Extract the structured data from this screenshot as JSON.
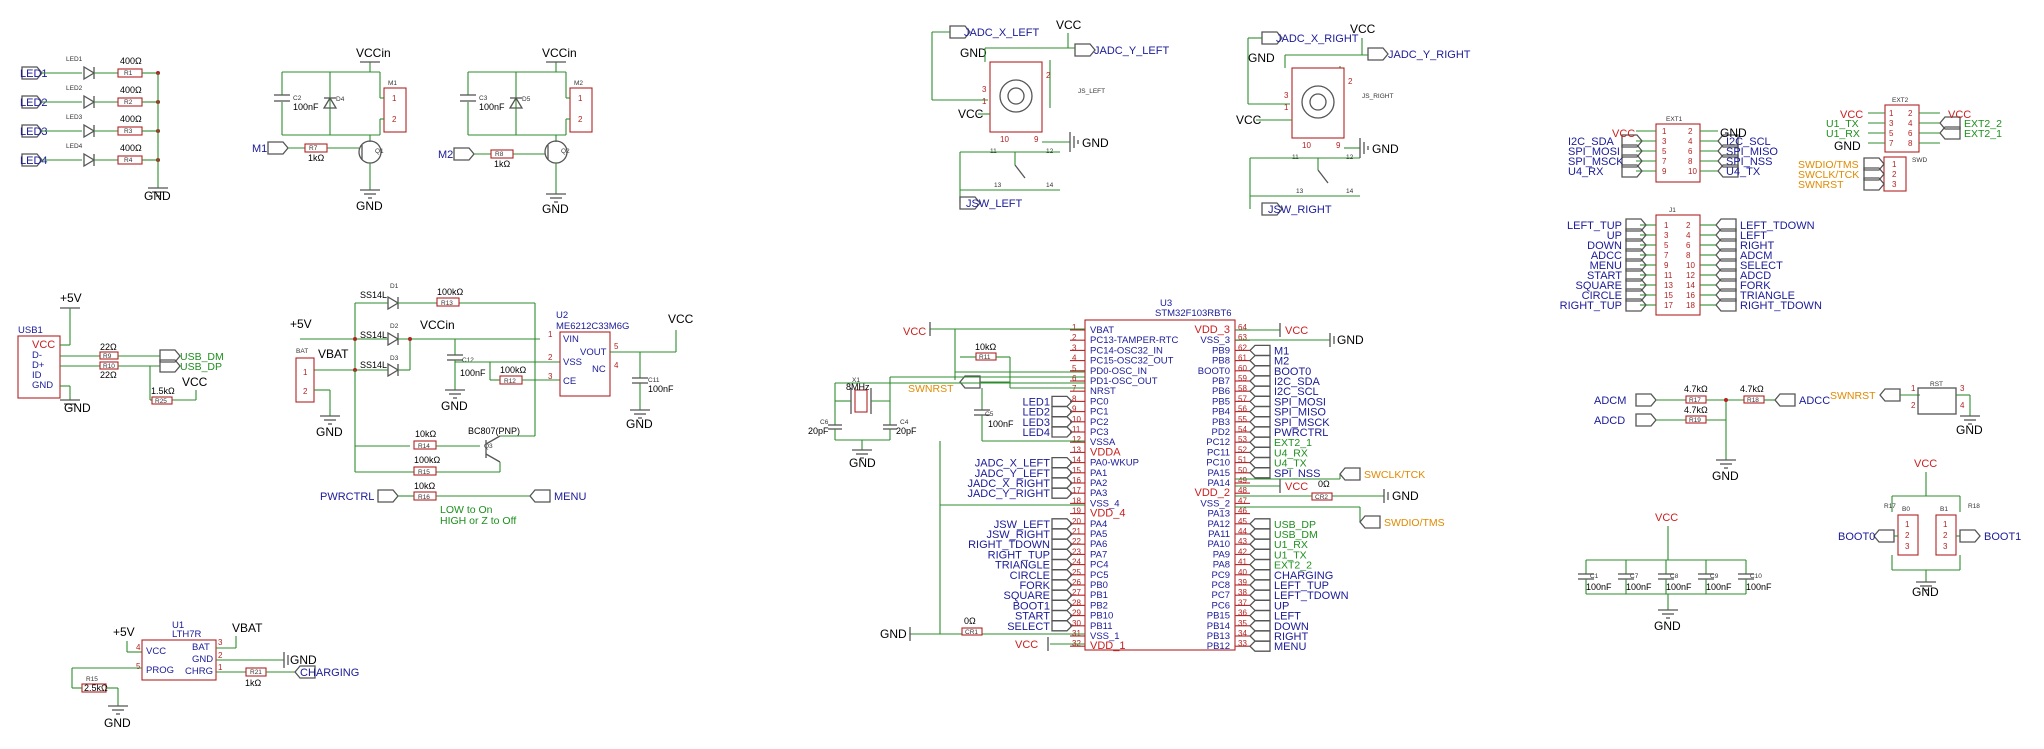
{
  "leds": {
    "names": [
      "LED1",
      "LED2",
      "LED3",
      "LED4"
    ],
    "refs": [
      "LED1",
      "LED2",
      "LED3",
      "LED4"
    ],
    "resistors": [
      "R1",
      "R2",
      "R3",
      "R4"
    ],
    "value": "400Ω",
    "gnd": "GND"
  },
  "motor1": {
    "vcc": "VCCin",
    "cap_ref": "C2",
    "cap_val": "100nF",
    "diode": "D4",
    "conn": "M1",
    "input": "M1",
    "res_ref": "R7",
    "res_val": "1kΩ",
    "q": "Q1",
    "gnd": "GND"
  },
  "motor2": {
    "vcc": "VCCin",
    "cap_ref": "C3",
    "cap_val": "100nF",
    "diode": "D5",
    "conn": "M2",
    "input": "M2",
    "res_ref": "R8",
    "res_val": "1kΩ",
    "q": "Q2",
    "gnd": "GND"
  },
  "js_left": {
    "x": "JADC_X_LEFT",
    "y": "JADC_Y_LEFT",
    "sw": "JSW_LEFT",
    "vcc": "VCC",
    "gnd": "GND",
    "name": "JS_LEFT",
    "pins": [
      "1",
      "2",
      "3",
      "10",
      "9",
      "11",
      "12",
      "13",
      "14"
    ]
  },
  "js_right": {
    "x": "JADC_X_RIGHT",
    "y": "JADC_Y_RIGHT",
    "sw": "JSW_RIGHT",
    "vcc": "VCC",
    "gnd": "GND",
    "name": "JS_RIGHT",
    "pins": [
      "1",
      "2",
      "3",
      "10",
      "9",
      "11",
      "12",
      "13",
      "14"
    ]
  },
  "ext1": {
    "name": "EXT1",
    "vcc": "VCC",
    "gnd": "GND",
    "left": [
      "I2C_SDA",
      "SPI_MOSI",
      "SPI_MSCK",
      "U4_RX"
    ],
    "right": [
      "I2C_SCL",
      "SPI_MISO",
      "SPI_NSS",
      "U4_TX"
    ],
    "pins_l": [
      "1",
      "3",
      "5",
      "7",
      "9"
    ],
    "pins_r": [
      "2",
      "4",
      "6",
      "8",
      "10"
    ]
  },
  "ext2": {
    "name": "EXT2",
    "vcc_l": "VCC",
    "vcc_r": "VCC",
    "gnd": "GND",
    "left": [
      "U1_TX",
      "U1_RX"
    ],
    "right": [
      "EXT2_2",
      "EXT2_1"
    ],
    "pins_l": [
      "1",
      "3",
      "5",
      "7"
    ],
    "pins_r": [
      "2",
      "4",
      "6",
      "8"
    ]
  },
  "swd": {
    "name": "SWD",
    "lines": [
      "SWDIO/TMS",
      "SWCLK/TCK",
      "SWNRST"
    ],
    "pins": [
      "1",
      "2",
      "3"
    ]
  },
  "j1": {
    "name": "J1",
    "left": [
      "LEFT_TUP",
      "UP",
      "DOWN",
      "ADCC",
      "MENU",
      "START",
      "SQUARE",
      "CIRCLE",
      "RIGHT_TUP"
    ],
    "right": [
      "LEFT_TDOWN",
      "LEFT",
      "RIGHT",
      "ADCM",
      "SELECT",
      "ADCD",
      "FORK",
      "TRIANGLE",
      "RIGHT_TDOWN"
    ],
    "pins_l": [
      "1",
      "3",
      "5",
      "7",
      "9",
      "11",
      "13",
      "15",
      "17"
    ],
    "pins_r": [
      "2",
      "4",
      "6",
      "8",
      "10",
      "12",
      "14",
      "16",
      "18"
    ]
  },
  "usb": {
    "name": "USB1",
    "pwr": "+5V",
    "pins": [
      "VCC",
      "D-",
      "D+",
      "ID",
      "GND"
    ],
    "r_val": "22Ω",
    "r1": "R9",
    "r2": "R10",
    "dm": "USB_DM",
    "dp": "USB_DP",
    "vcc": "VCC",
    "pu_val": "1.5kΩ",
    "pu_ref": "R25",
    "gnd": "GND"
  },
  "power": {
    "diodes": [
      "D1",
      "D2",
      "D3"
    ],
    "diode_type": "SS14L",
    "pwr": "+5V",
    "bat": "VBAT",
    "bat_conn": "BAT",
    "bat_pins": [
      "1",
      "2"
    ],
    "vccin": "VCCin",
    "reg_name": "U2",
    "reg_type": "ME6212C33M6G",
    "reg_pins": [
      "VIN",
      "VSS",
      "CE",
      "VOUT",
      "NC"
    ],
    "reg_pin_nums": [
      "1",
      "2",
      "3",
      "5",
      "4"
    ],
    "c12": "C12",
    "c12_val": "100nF",
    "c11": "C11",
    "c11_val": "100nF",
    "vcc": "VCC",
    "r13": "R13",
    "r12": "R12",
    "r14": "R14",
    "r15": "R15",
    "r16": "R16",
    "r_val": "100kΩ",
    "r10k": "10kΩ",
    "q": "BC807(PNP)",
    "q_ref": "Q3",
    "ctrl": "PWRCTRL",
    "menu": "MENU",
    "note1": "LOW to On",
    "note2": "HIGH or Z to Off",
    "gnd": "GND"
  },
  "charger": {
    "name": "U1",
    "type": "LTH7R",
    "pwr": "+5V",
    "bat": "VBAT",
    "pins_l": [
      "VCC",
      "PROG"
    ],
    "pins_r": [
      "BAT",
      "GND",
      "CHRG"
    ],
    "pin_nums": [
      "4",
      "5",
      "3",
      "2",
      "1"
    ],
    "r15": "R15",
    "r15_val": "2.5kΩ",
    "r21": "R21",
    "r21_val": "1kΩ",
    "out": "CHARGING",
    "gnd": "GND"
  },
  "mcu": {
    "name": "U3",
    "type": "STM32F103RBT6",
    "left_pins": [
      {
        "n": "1",
        "t": "VBAT"
      },
      {
        "n": "2",
        "t": "PC13-TAMPER-RTC"
      },
      {
        "n": "3",
        "t": "PC14-OSC32_IN"
      },
      {
        "n": "4",
        "t": "PC15-OSC32_OUT"
      },
      {
        "n": "5",
        "t": "PD0-OSC_IN"
      },
      {
        "n": "6",
        "t": "PD1-OSC_OUT"
      },
      {
        "n": "7",
        "t": "NRST"
      },
      {
        "n": "8",
        "t": "PC0"
      },
      {
        "n": "9",
        "t": "PC1"
      },
      {
        "n": "10",
        "t": "PC2"
      },
      {
        "n": "11",
        "t": "PC3"
      },
      {
        "n": "12",
        "t": "VSSA"
      },
      {
        "n": "13",
        "t": "VDDA"
      },
      {
        "n": "14",
        "t": "PA0-WKUP"
      },
      {
        "n": "15",
        "t": "PA1"
      },
      {
        "n": "16",
        "t": "PA2"
      },
      {
        "n": "17",
        "t": "PA3"
      },
      {
        "n": "18",
        "t": "VSS_4"
      },
      {
        "n": "19",
        "t": "VDD_4"
      },
      {
        "n": "20",
        "t": "PA4"
      },
      {
        "n": "21",
        "t": "PA5"
      },
      {
        "n": "22",
        "t": "PA6"
      },
      {
        "n": "23",
        "t": "PA7"
      },
      {
        "n": "24",
        "t": "PC4"
      },
      {
        "n": "25",
        "t": "PC5"
      },
      {
        "n": "26",
        "t": "PB0"
      },
      {
        "n": "27",
        "t": "PB1"
      },
      {
        "n": "28",
        "t": "PB2"
      },
      {
        "n": "29",
        "t": "PB10"
      },
      {
        "n": "30",
        "t": "PB11"
      },
      {
        "n": "31",
        "t": "VSS_1"
      },
      {
        "n": "32",
        "t": "VDD_1"
      }
    ],
    "right_pins": [
      {
        "n": "64",
        "t": "VDD_3"
      },
      {
        "n": "63",
        "t": "VSS_3"
      },
      {
        "n": "62",
        "t": "PB9"
      },
      {
        "n": "61",
        "t": "PB8"
      },
      {
        "n": "60",
        "t": "BOOT0"
      },
      {
        "n": "59",
        "t": "PB7"
      },
      {
        "n": "58",
        "t": "PB6"
      },
      {
        "n": "57",
        "t": "PB5"
      },
      {
        "n": "56",
        "t": "PB4"
      },
      {
        "n": "55",
        "t": "PB3"
      },
      {
        "n": "54",
        "t": "PD2"
      },
      {
        "n": "53",
        "t": "PC12"
      },
      {
        "n": "52",
        "t": "PC11"
      },
      {
        "n": "51",
        "t": "PC10"
      },
      {
        "n": "50",
        "t": "PA15"
      },
      {
        "n": "49",
        "t": "PA14"
      },
      {
        "n": "48",
        "t": "VDD_2"
      },
      {
        "n": "47",
        "t": "VSS_2"
      },
      {
        "n": "46",
        "t": "PA13"
      },
      {
        "n": "45",
        "t": "PA12"
      },
      {
        "n": "44",
        "t": "PA11"
      },
      {
        "n": "43",
        "t": "PA10"
      },
      {
        "n": "42",
        "t": "PA9"
      },
      {
        "n": "41",
        "t": "PA8"
      },
      {
        "n": "40",
        "t": "PC9"
      },
      {
        "n": "39",
        "t": "PC8"
      },
      {
        "n": "38",
        "t": "PC7"
      },
      {
        "n": "37",
        "t": "PC6"
      },
      {
        "n": "36",
        "t": "PB15"
      },
      {
        "n": "35",
        "t": "PB14"
      },
      {
        "n": "34",
        "t": "PB13"
      },
      {
        "n": "33",
        "t": "PB12"
      }
    ],
    "left_nets": {
      "vcc": "VCC",
      "swnrst": "SWNRST",
      "leds": [
        "LED1",
        "LED2",
        "LED3",
        "LED4"
      ],
      "adc": [
        "JADC_X_LEFT",
        "JADC_Y_LEFT",
        "JADC_X_RIGHT",
        "JADC_Y_RIGHT"
      ],
      "sw": [
        "JSW_LEFT",
        "JSW_RIGHT",
        "RIGHT_TDOWN",
        "RIGHT_TUP",
        "TRIANGLE",
        "CIRCLE",
        "FORK",
        "SQUARE"
      ],
      "boot1": "BOOT1",
      "start": "START",
      "select": "SELECT",
      "gnd": "GND",
      "vcc2": "VCC",
      "r_ref": "R11",
      "r_val": "10kΩ",
      "c_ref": "C5",
      "c_val": "100nF",
      "xtal": "X1",
      "xtal_val": "8MHz",
      "c6": "C6",
      "c6_val": "20pF",
      "c4": "C4",
      "c4_val": "20pF",
      "r0": "0Ω",
      "r0_ref": "CR1"
    },
    "right_nets": {
      "vcc": "VCC",
      "gnd": "GND",
      "m": [
        "M1",
        "M2"
      ],
      "boot0": "BOOT0",
      "bus": [
        "I2C_SDA",
        "I2C_SCL",
        "SPI_MOSI",
        "SPI_MISO",
        "SPI_MSCK",
        "PWRCTRL",
        "EXT2_1",
        "U4_RX",
        "U4_TX",
        "SPI_NSS"
      ],
      "swclk": "SWCLK/TCK",
      "swdio": "SWDIO/TMS",
      "vcc2": "VCC",
      "r0": "0Ω",
      "r0_ref": "CR2",
      "usb": [
        "USB_DP",
        "USB_DM",
        "U1_RX",
        "U1_TX",
        "EXT2_2"
      ],
      "btn": [
        "CHARGING",
        "LEFT_TUP",
        "LEFT_TDOWN",
        "UP",
        "LEFT",
        "DOWN",
        "RIGHT",
        "MENU"
      ]
    }
  },
  "adc_div": {
    "r_val": "4.7kΩ",
    "r_refs": [
      "R17",
      "R18",
      "R19"
    ],
    "adcm": "ADCM",
    "adcc": "ADCC",
    "adcd": "ADCD",
    "gnd": "GND"
  },
  "rst": {
    "name": "RST",
    "net": "SWNRST",
    "pins": [
      "1",
      "2",
      "3",
      "4"
    ],
    "gnd": "GND"
  },
  "decoupling": {
    "vcc": "VCC",
    "caps": [
      "C1",
      "C7",
      "C8",
      "C9",
      "C10"
    ],
    "val": "100nF",
    "gnd": "GND"
  },
  "boot": {
    "vcc": "VCC",
    "boot0": "BOOT0",
    "boot1": "BOOT1",
    "b0": "B0",
    "b1": "B1",
    "r_refs": [
      "R17",
      "R18"
    ],
    "pins": [
      "1",
      "2",
      "3"
    ],
    "gnd": "GND"
  }
}
